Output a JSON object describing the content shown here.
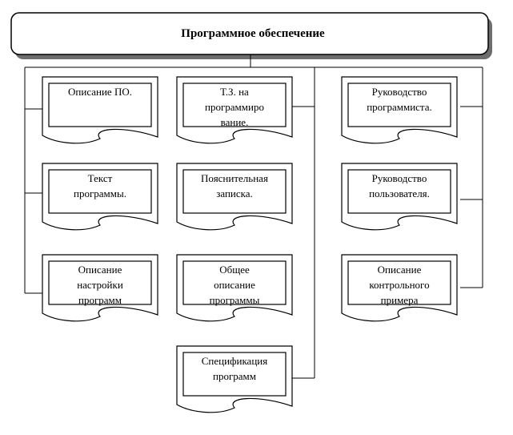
{
  "diagram": {
    "title": "Программное обеспечение",
    "columns": [
      {
        "docs": [
          {
            "lines": [
              "Описание ПО."
            ]
          },
          {
            "lines": [
              "Текст",
              "программы."
            ]
          },
          {
            "lines": [
              "Описание",
              "настройки",
              "программ"
            ]
          }
        ]
      },
      {
        "docs": [
          {
            "lines": [
              "Т.З. на",
              "программиро",
              "вание."
            ]
          },
          {
            "lines": [
              "Пояснительная",
              "записка."
            ]
          },
          {
            "lines": [
              "Общее",
              "описание",
              "программы"
            ]
          },
          {
            "lines": [
              "Спецификация",
              "программ"
            ]
          }
        ]
      },
      {
        "docs": [
          {
            "lines": [
              "Руководство",
              "программиста."
            ]
          },
          {
            "lines": [
              "Руководство",
              "пользователя."
            ]
          },
          {
            "lines": [
              "Описание",
              "контрольного",
              "примера"
            ]
          }
        ]
      }
    ]
  }
}
